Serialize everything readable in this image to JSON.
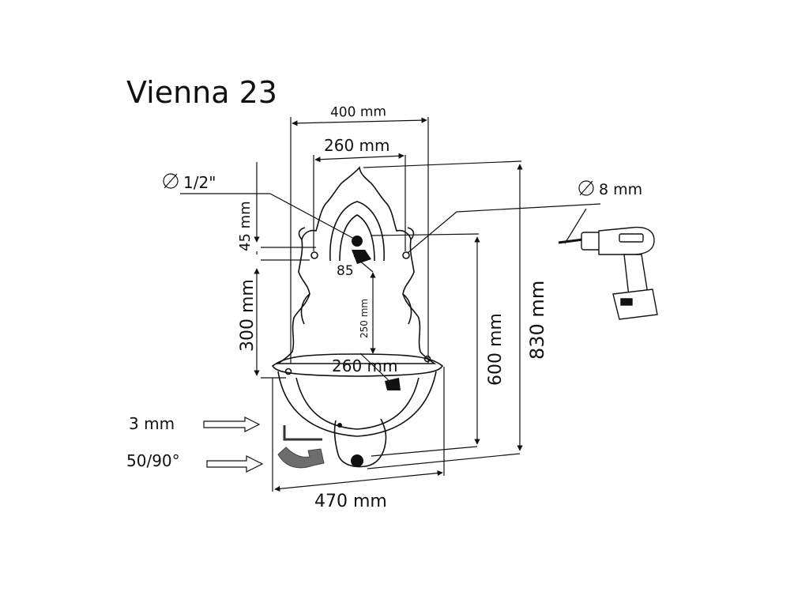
{
  "title": "Vienna 23",
  "dimensions": {
    "top_width": "400 mm",
    "mount_width": "260 mm",
    "pipe_diameter": "1/2\"",
    "top_offset": "45 mm",
    "mount_height": "300 mm",
    "tap_angle": "85",
    "tap_drop": "250 mm",
    "basin_width": "260 mm",
    "drain_height": "600 mm",
    "total_height": "830 mm",
    "bottom_width": "470 mm",
    "drill_diameter": "8 mm"
  },
  "accessories": {
    "allen_key": "3 mm",
    "elbow": "50/90°"
  },
  "symbols": {
    "diameter": "∅"
  },
  "colors": {
    "ink": "#111111",
    "fitting": "#6d6d6d"
  }
}
